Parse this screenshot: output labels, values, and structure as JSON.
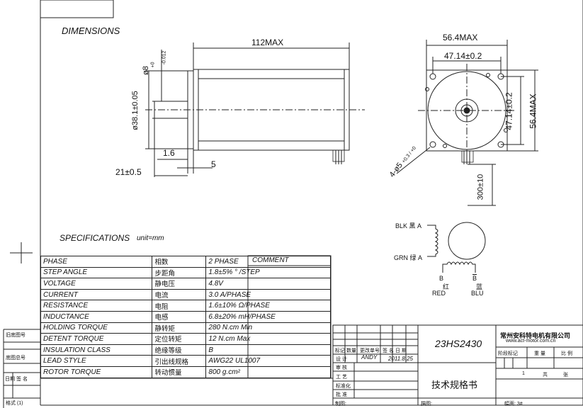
{
  "sheet": {
    "dimensions_title": "DIMENSIONS",
    "specs_title": "SPECIFICATIONS",
    "specs_unit": "unit=mm",
    "comment_header": "COMMENT"
  },
  "side_view": {
    "length": "112MAX",
    "shaft_dia": "ø8",
    "shaft_tol_upper": "+0",
    "shaft_tol_lower": "-0.012",
    "boss_dia": "ø38.1±0.05",
    "boss_height": "1.6",
    "shaft_length": "21±0.5",
    "flange": "5"
  },
  "front_view": {
    "width": "56.4MAX",
    "hole_spacing_h": "47.14±0.2",
    "hole_spacing_v": "47.14±0.2",
    "height": "56.4MAX",
    "mount_holes": "4-ø5",
    "mount_tol": "+0.3 / +0",
    "lead_length": "300±10"
  },
  "wiring": {
    "blk": "BLK 黑 A",
    "grn": "GRN 绿 A",
    "b": "B",
    "b_bar": "B",
    "red_cn": "红",
    "blu_cn": "蓝",
    "red": "RED",
    "blu": "BLU"
  },
  "specs": [
    {
      "en": "PHASE",
      "cn": "相数",
      "val": "2  PHASE"
    },
    {
      "en": "STEP ANGLE",
      "cn": "步距角",
      "val": "1.8±5% ° /STEP"
    },
    {
      "en": "VOLTAGE",
      "cn": "静电压",
      "val": "4.8V"
    },
    {
      "en": "CURRENT",
      "cn": "电流",
      "val": "3.0 A/PHASE"
    },
    {
      "en": "RESISTANCE",
      "cn": "电阻",
      "val": "1.6±10%  Ω/PHASE"
    },
    {
      "en": "INDUCTANCE",
      "cn": "电感",
      "val": "6.8±20% mH/PHASE"
    },
    {
      "en": "HOLDING TORQUE",
      "cn": "静转矩",
      "val": "280  N.cm Min"
    },
    {
      "en": "DETENT TORQUE",
      "cn": "定位转矩",
      "val": "12 N.cm Max"
    },
    {
      "en": "INSULATION CLASS",
      "cn": "绝缘等级",
      "val": "B"
    },
    {
      "en": "LEAD STYLE",
      "cn": "引出线规格",
      "val": "AWG22 UL1007"
    },
    {
      "en": "ROTOR TORQUE",
      "cn": "转动惯量",
      "val": "800 g.cm²"
    }
  ],
  "title_block": {
    "model": "23HS2430",
    "doc_title": "技术规格书",
    "company": "常州安科特电机有限公司",
    "website": "www.act-motor.com.cn",
    "stage_mark": "阶段标记",
    "weight": "重 量",
    "scale": "比 例",
    "sheet_count": "1",
    "total": "共",
    "sheet": "张",
    "change_no": "更改单号",
    "sign": "签 名",
    "date_hdr": "日 期",
    "mark": "标记",
    "qty": "数量",
    "design": "设 计",
    "designer": "ANDY",
    "date": "2011.8.25",
    "review": "审 核",
    "process": "工 艺",
    "standard": "标准化",
    "approve": "批 准",
    "drawn": "制图:",
    "traced": "描图:",
    "format": "幅面: 3#",
    "format_left": "格式 (1)"
  },
  "left_strip": {
    "old_no": "旧底图号",
    "base_no": "底图总号",
    "date": "日期",
    "sign": "签 名"
  }
}
